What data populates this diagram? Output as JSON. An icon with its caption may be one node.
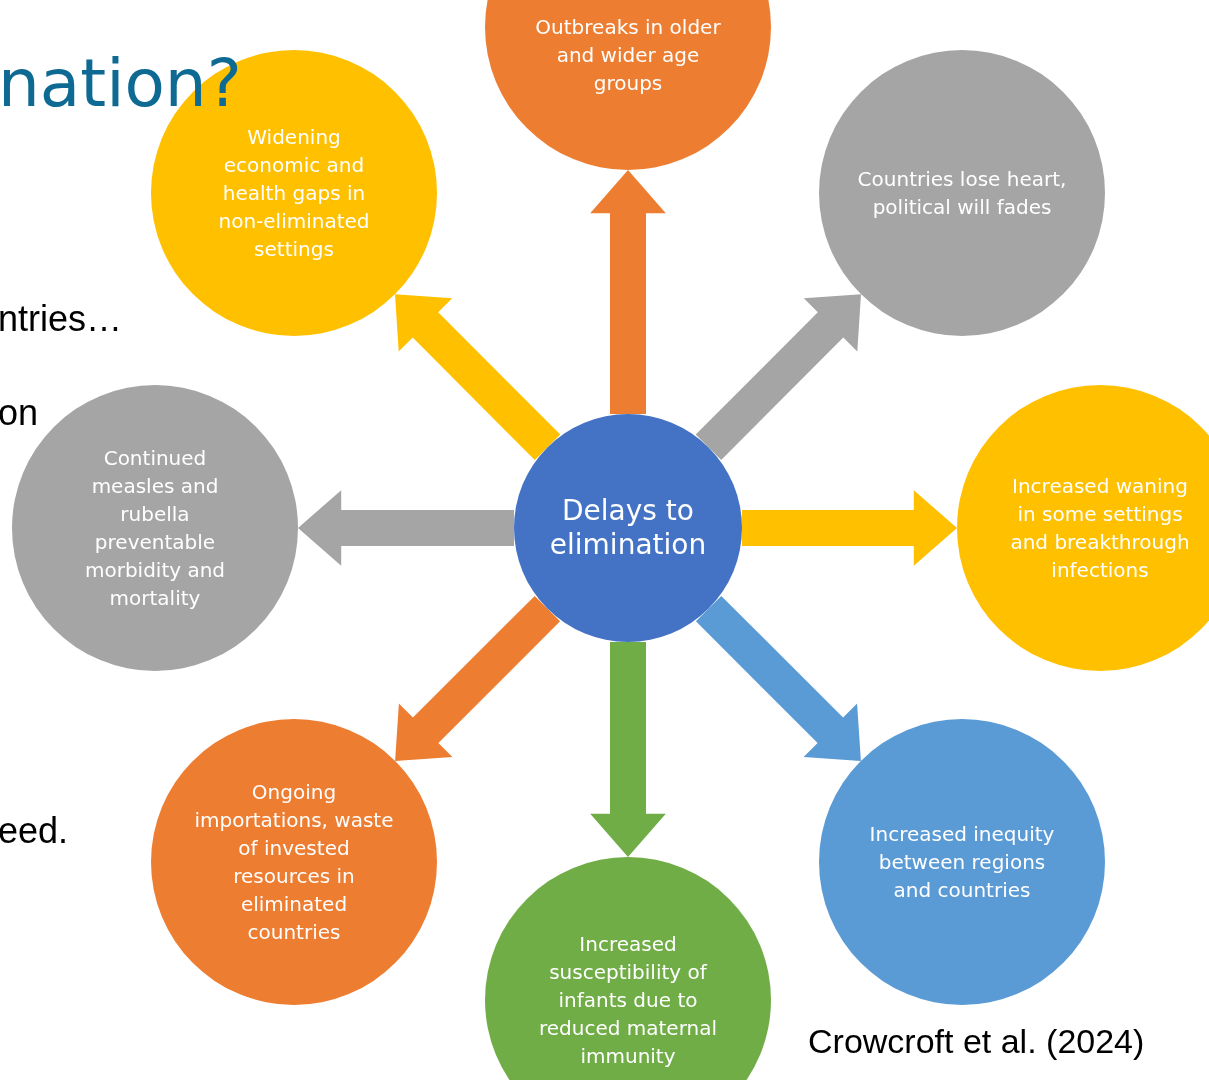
{
  "diagram": {
    "title": "nation?",
    "nodes": [
      {
        "text": [
          "Delays to elimination"
        ]
      },
      {
        "text": [
          "Outbreaks in older and wider age groups"
        ]
      },
      {
        "text": [
          "Countries lose heart, political will fades"
        ]
      },
      {
        "text": [
          "Increased waning in some settings and breakthrough infections"
        ]
      },
      {
        "text": [
          "Increased inequity between regions and countries"
        ]
      },
      {
        "text": [
          "Increased susceptibility of infants due to reduced maternal immunity"
        ]
      },
      {
        "text": [
          "Ongoing importations, waste of invested resources in eliminated countries"
        ]
      },
      {
        "text": [
          "Continued measles and rubella preventable morbidity and mortality"
        ]
      },
      {
        "text": [
          "Widening economic and health gaps in non-eliminated settings"
        ]
      }
    ],
    "edges": [
      {
        "from": 0,
        "to": 1,
        "arrow": "to",
        "style": "thick",
        "color": "#ed7d31"
      },
      {
        "from": 0,
        "to": 2,
        "arrow": "to",
        "style": "thick",
        "color": "#a5a5a5"
      },
      {
        "from": 0,
        "to": 3,
        "arrow": "to",
        "style": "thick",
        "color": "#ffc000"
      },
      {
        "from": 0,
        "to": 4,
        "arrow": "to",
        "style": "thick",
        "color": "#5b9bd5"
      },
      {
        "from": 0,
        "to": 5,
        "arrow": "to",
        "style": "thick",
        "color": "#70ad47"
      },
      {
        "from": 0,
        "to": 6,
        "arrow": "to",
        "style": "thick",
        "color": "#ed7d31"
      },
      {
        "from": 0,
        "to": 7,
        "arrow": "to",
        "style": "thick",
        "color": "#a5a5a5"
      },
      {
        "from": 0,
        "to": 8,
        "arrow": "to",
        "style": "thick",
        "color": "#ffc000"
      }
    ],
    "labels": [
      "ntries…",
      "on",
      "eed.",
      "Crowcroft et al. (2024)"
    ]
  }
}
